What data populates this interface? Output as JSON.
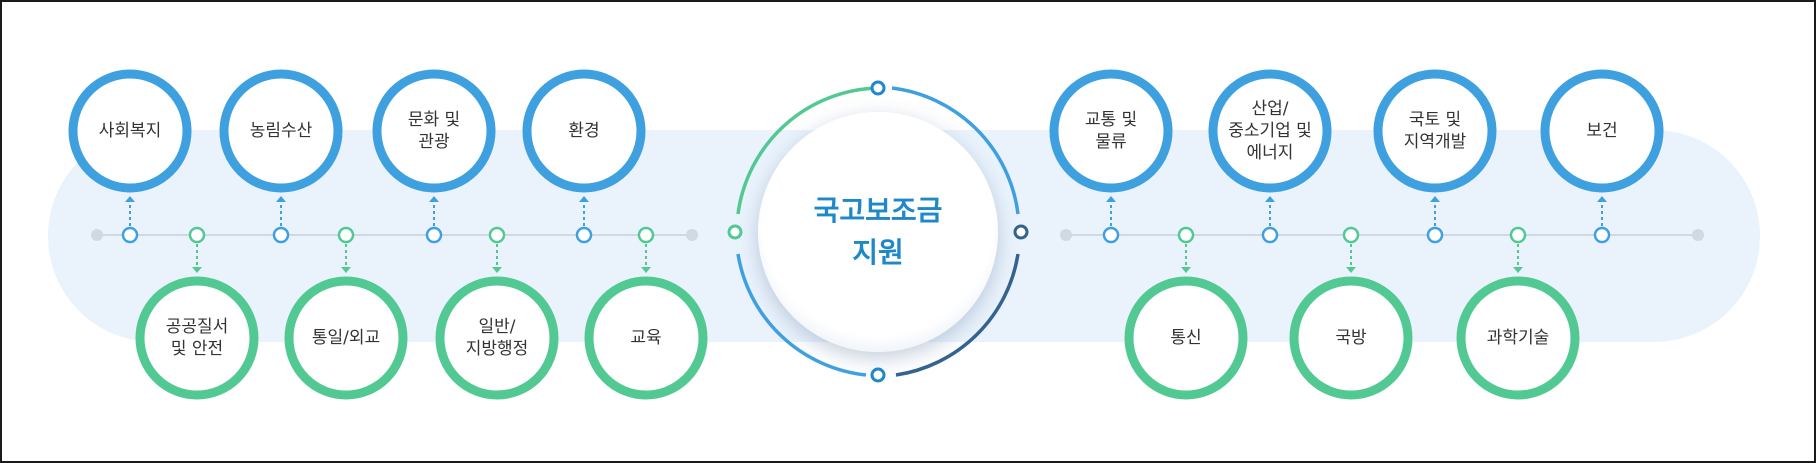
{
  "center": {
    "label": "국고보조금\n지원"
  },
  "top_nodes": [
    {
      "label": "사회복지"
    },
    {
      "label": "농림수산"
    },
    {
      "label": "문화 및\n관광"
    },
    {
      "label": "환경"
    },
    {
      "label": "교통 및\n물류"
    },
    {
      "label": "산업/\n중소기업 및\n에너지"
    },
    {
      "label": "국토 및\n지역개발"
    },
    {
      "label": "보건"
    }
  ],
  "bottom_nodes": [
    {
      "label": "공공질서\n및 안전"
    },
    {
      "label": "통일/외교"
    },
    {
      "label": "일반/\n지방행정"
    },
    {
      "label": "교육"
    },
    {
      "label": "통신"
    },
    {
      "label": "국방"
    },
    {
      "label": "과학기술"
    }
  ],
  "colors": {
    "blue": "#3fa0e0",
    "green": "#52c993",
    "band": "#eaf3fc",
    "track": "#cfd9e4",
    "center_text": "#1e88c8",
    "dark_blue": "#34628f"
  }
}
